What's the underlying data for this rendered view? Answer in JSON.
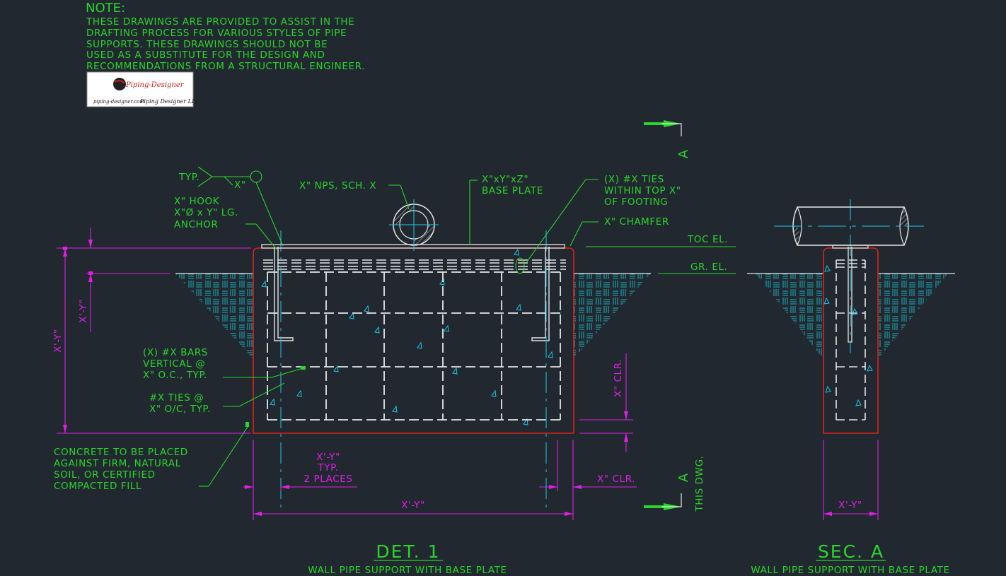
{
  "note": {
    "heading": "NOTE:",
    "lines": [
      "THESE DRAWINGS ARE PROVIDED TO ASSIST IN THE",
      "DRAFTING PROCESS FOR VARIOUS STYLES OF PIPE",
      "SUPPORTS. THESE DRAWINGS SHOULD NOT BE",
      "USED AS A SUBSTITUTE FOR THE DESIGN AND",
      "RECOMMENDATIONS FROM A STRUCTURAL ENGINEER."
    ]
  },
  "logo": {
    "brand": "Piping-Designer",
    "website": "piping-designer.com",
    "company": "Piping Designer LLC"
  },
  "labels": {
    "typ": "TYP.",
    "weld_size": "X\"",
    "hook": "X\" HOOK",
    "anchor_size": "X\"Ø x Y\" LG.",
    "anchor": "ANCHOR",
    "nps": "X\" NPS, SCH. X",
    "base_plate_size": "X\"xY\"xZ\"",
    "base_plate": "BASE PLATE",
    "ties_1": "(X) #X TIES",
    "ties_2": "WITHIN TOP X\"",
    "ties_3": "OF FOOTING",
    "chamfer": "X\" CHAMFER",
    "toc": "TOC EL.",
    "gr": "GR. EL.",
    "bars_1": "(X) #X BARS",
    "bars_2": "VERTICAL @",
    "bars_3": "X\" O.C., TYP.",
    "ties_typ_1": "#X TIES @",
    "ties_typ_2": "X\" O/C, TYP.",
    "concrete_1": "CONCRETE TO BE PLACED",
    "concrete_2": "AGAINST FIRM, NATURAL",
    "concrete_3": "SOIL, OR CERTIFIED",
    "concrete_4": "COMPACTED FILL",
    "section_letter": "A",
    "this_dwg": "THIS DWG."
  },
  "dims": {
    "total_height": "X'-Y\"",
    "embed_depth": "X'-Y\"",
    "clr_vertical": "X\" CLR.",
    "spacing": "X'-Y\"",
    "spacing_typ": "TYP.",
    "spacing_places": "2 PLACES",
    "clr_horizontal": "X\" CLR.",
    "width": "X'-Y\"",
    "section_width": "X'-Y\""
  },
  "titles": {
    "det": "DET. 1",
    "det_sub": "WALL PIPE SUPPORT WITH BASE PLATE",
    "sec": "SEC. A",
    "sec_sub": "WALL PIPE SUPPORT WITH BASE PLATE"
  },
  "colors": {
    "background": "#212830",
    "text_green": "#2bd52b",
    "dimension_magenta": "#e01ee6",
    "footing_red": "#e0201a",
    "center_cyan": "#1ec8e6",
    "rebar_white": "#e6e6e6",
    "soil_teal": "#1e9aa6"
  }
}
